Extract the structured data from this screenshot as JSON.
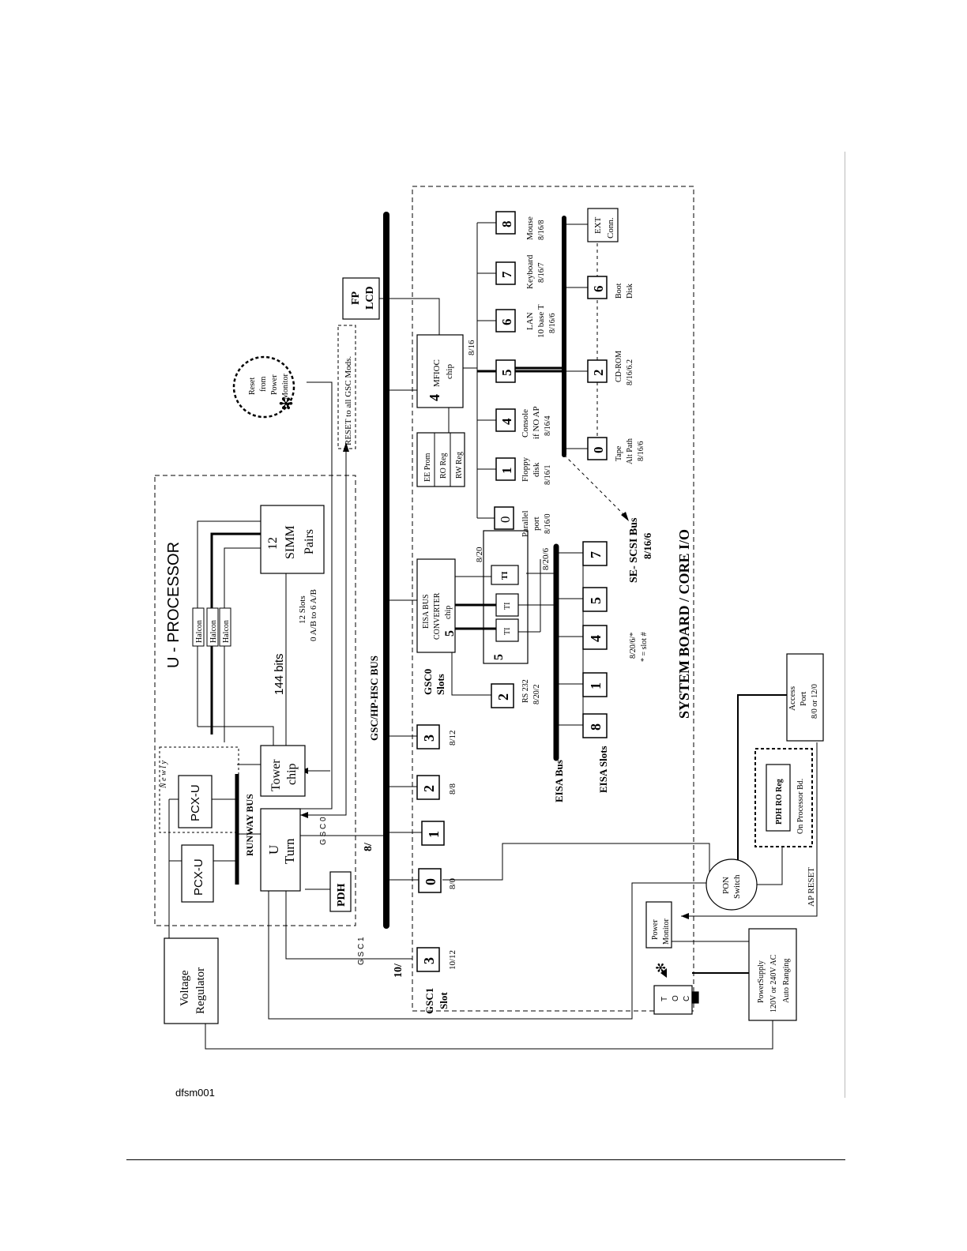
{
  "caption": "dfsm001",
  "labels": {
    "u_processor": "U - PROCESSOR",
    "system_board": "SYSTEM BOARD / CORE I/O",
    "gsc_bus": "GSC/HP-HSC BUS",
    "runway_bus": "RUNWAY BUS",
    "eisa_bus": "EISA Bus",
    "eisa_slots": "EISA Slots",
    "se_scsi_bus": "SE- SCSI Bus",
    "se_scsi_addr": "8/16/6",
    "bits144": "144 bits",
    "slots12": "12 Slots",
    "slots12_range": "0 A/B to 6 A/B",
    "reset_all": "RESET to all GSC Mods.",
    "ap_reset": "AP RESET",
    "gsc0_slots_1": "GSC0",
    "gsc0_slots_2": "Slots",
    "gsc1_slot_1": "GSC1",
    "gsc1_slot_2": "Slot",
    "bus_8": "8/",
    "bus_10": "10/",
    "gsc0_vertical": "G S C 0",
    "gsc1_vertical": "G S C 1",
    "eisa_slot_note_1": "8/20/6/*",
    "eisa_slot_note_2": "* = slot #",
    "newly": "N e w l y",
    "addr_8_20": "8/20",
    "addr_8_20_6": "8/20/6",
    "addr_8_16": "8/16"
  },
  "boxes": {
    "voltage_regulator": [
      "Voltage",
      "Regulator"
    ],
    "pcxu_a": "PCX-U",
    "pcxu_b": "PCX-U",
    "uturn": [
      "U",
      "Turn"
    ],
    "pdh": "PDH",
    "tower": [
      "Tower",
      "chip"
    ],
    "simm": [
      "12",
      "SIMM",
      "Pairs"
    ],
    "halcon": "Halcon",
    "fp_lcd": [
      "FP",
      "LCD"
    ],
    "mfioc": [
      "MFIOC",
      "chip"
    ],
    "ee_prom": "EE Prom",
    "ro_reg": "RO Reg",
    "rw_reg": "RW Reg",
    "eisa_converter": [
      "EISA BUS",
      "CONVERTER",
      "chip"
    ],
    "ti": "TI",
    "ext_conn": [
      "EXT",
      "Conn."
    ],
    "access_port": [
      "Access",
      "Port",
      "8/0 or 12/0"
    ],
    "pdh_ro_reg": "PDH RO Reg",
    "on_processor_bd": "On Processor Bd.",
    "pon_switch": [
      "PON",
      "Switch"
    ],
    "power_monitor": [
      "Power",
      "Monitor"
    ],
    "power_supply": [
      "PowerSupply",
      "120V or 240V AC",
      "Auto Ranging"
    ],
    "toc": [
      "T",
      "O",
      "C"
    ],
    "reset_circle": [
      "Reset",
      "from",
      "Power",
      "Monitor"
    ]
  },
  "gsc_slots": [
    {
      "num": "0",
      "addr": "8/0"
    },
    {
      "num": "1",
      "addr": ""
    },
    {
      "num": "2",
      "addr": "8/8"
    },
    {
      "num": "3",
      "addr": "8/12"
    }
  ],
  "gsc1_slot": {
    "num": "3",
    "addr": "10/12"
  },
  "rs232": {
    "num": "2",
    "label": "RS 232",
    "addr": "8/20/2"
  },
  "eisa_converter_num": "5",
  "ti_group_num": "5",
  "mfioc_num": "4",
  "eisa_slot_nums": [
    "8",
    "1",
    "4",
    "5",
    "7"
  ],
  "core_io": [
    {
      "num": "0",
      "label": [
        "Parallel",
        "port",
        "8/16/0"
      ]
    },
    {
      "num": "1",
      "label": [
        "Floppy",
        "disk",
        "8/16/1"
      ]
    },
    {
      "num": "4",
      "label": [
        "Console",
        "if NO AP",
        "8/16/4"
      ]
    },
    {
      "num": "5",
      "label": []
    },
    {
      "num": "6",
      "label": [
        "LAN",
        "10 base T",
        "8/16/6"
      ]
    },
    {
      "num": "7",
      "label": [
        "Keyboard",
        "8/16/7"
      ]
    },
    {
      "num": "8",
      "label": [
        "Mouse",
        "8/16/8"
      ]
    }
  ],
  "scsi": [
    {
      "num": "0",
      "label": [
        "Tape",
        "Alt Path",
        "8/16/6"
      ]
    },
    {
      "num": "2",
      "label": [
        "CD-ROM",
        "8/16/6.2"
      ]
    },
    {
      "num": "6",
      "label": [
        "Boot",
        "Disk"
      ]
    }
  ]
}
